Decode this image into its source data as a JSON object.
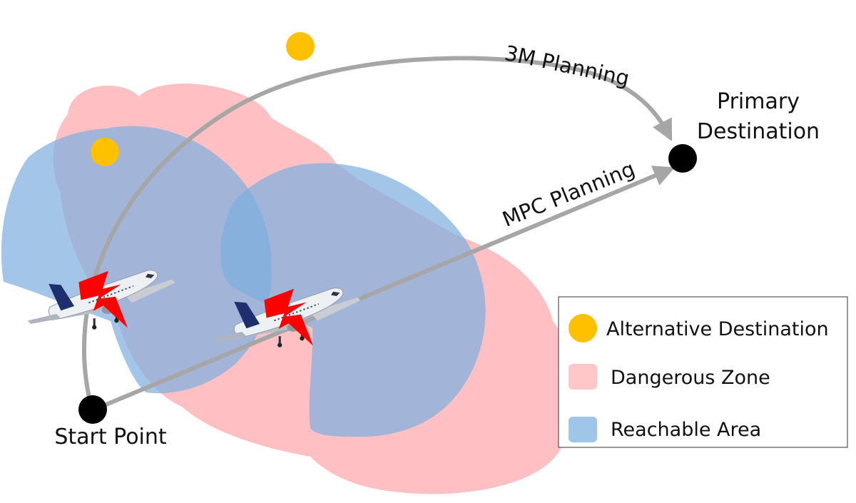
{
  "labels": {
    "primary_destination_line1": "Primary",
    "primary_destination_line2": "Destination",
    "start_point": "Start Point",
    "path_3m": "3M Planning",
    "path_mpc": "MPC Planning"
  },
  "legend": {
    "items": [
      {
        "label": "Alternative Destination",
        "color": "#FFC000"
      },
      {
        "label": "Dangerous Zone",
        "color": "#FFC7C8"
      },
      {
        "label": "Reachable Area",
        "color": "#9FC5E8"
      }
    ]
  },
  "colors": {
    "danger_zone": "#FFB9BD",
    "reachable_area": "#7EAEDF",
    "alternative_destination": "#FFC000",
    "path_line": "#A6A6A6",
    "node": "#000000",
    "lightning": "#FF0000"
  },
  "icons": [
    "airplane-icon",
    "lightning-icon"
  ]
}
